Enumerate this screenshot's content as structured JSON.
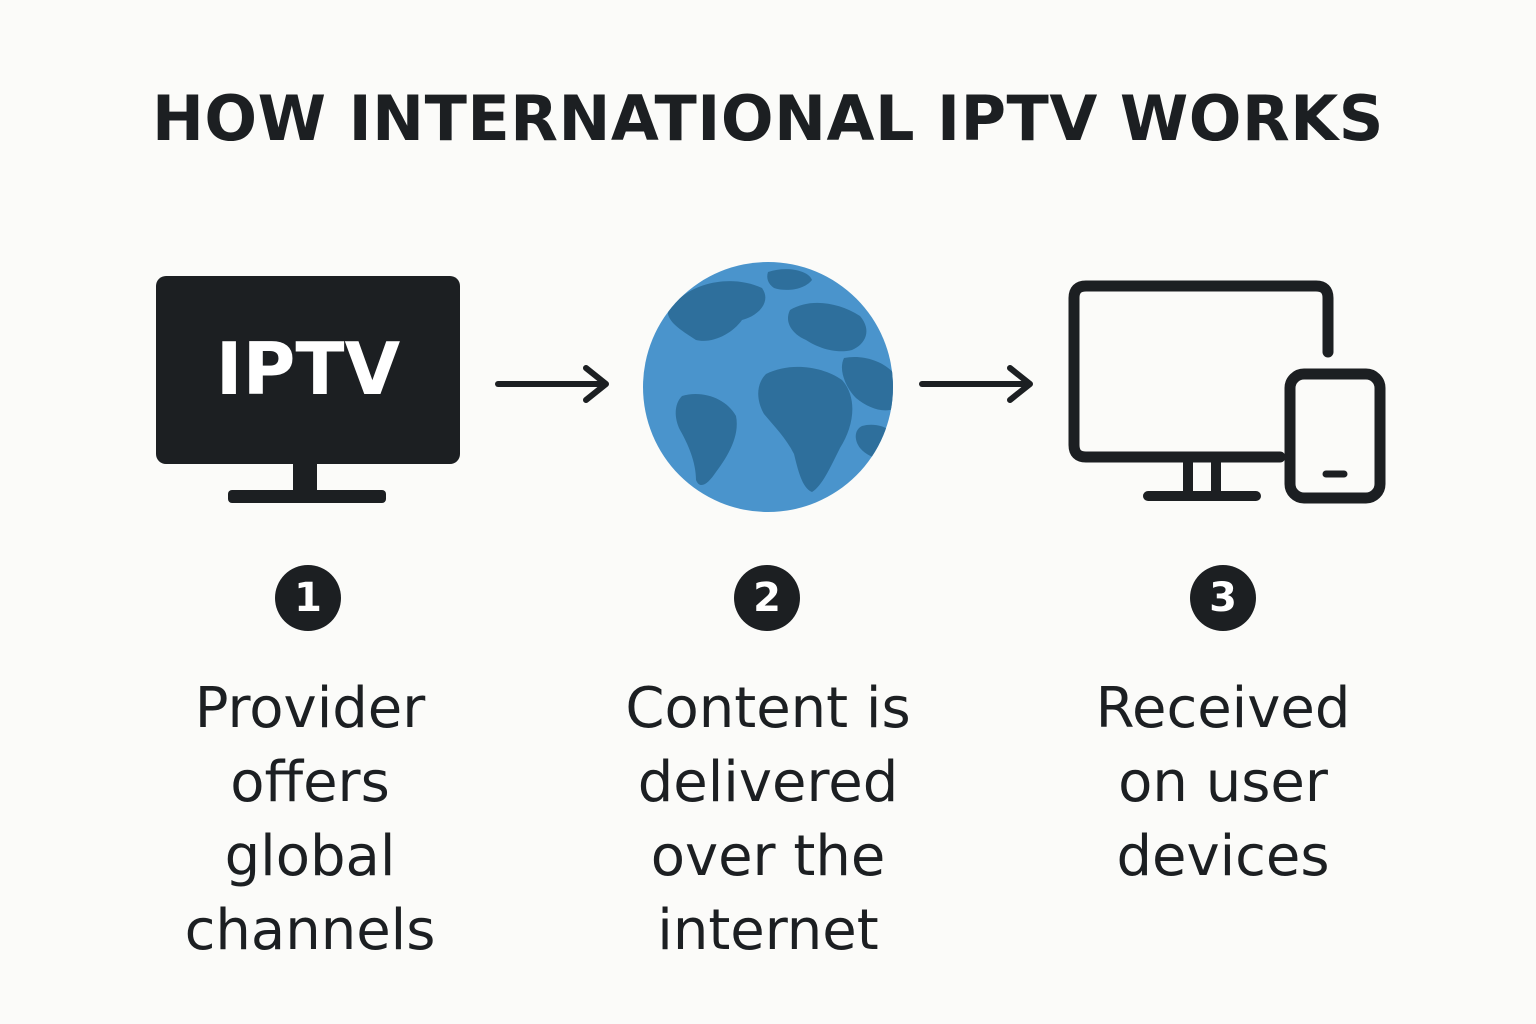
{
  "title": "HOW INTERNATIONAL IPTV WORKS",
  "colors": {
    "dark": "#1c1f22",
    "globe_ocean": "#4a94cc",
    "globe_land": "#2e6f9c",
    "background": "#fbfbf9"
  },
  "steps": [
    {
      "number": "1",
      "icon": "tv-icon",
      "icon_label": "IPTV",
      "caption_lines": [
        "Provider",
        "offers",
        "global",
        "channels"
      ]
    },
    {
      "number": "2",
      "icon": "globe-icon",
      "caption_lines": [
        "Content is",
        "delivered",
        "over the",
        "internet"
      ]
    },
    {
      "number": "3",
      "icon": "devices-icon",
      "caption_lines": [
        "Received",
        "on user",
        "devices"
      ]
    }
  ]
}
